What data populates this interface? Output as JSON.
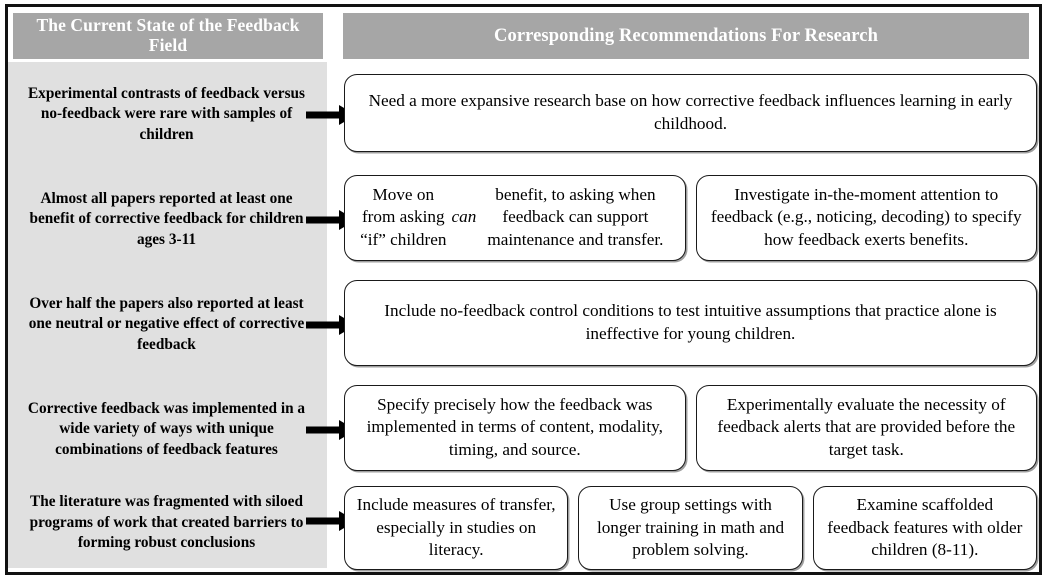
{
  "figure": {
    "type": "two-column-comparison-table",
    "colors": {
      "header_fill": "#a6a6a6",
      "header_text": "#ffffff",
      "left_column_fill": "#e0e0e0",
      "box_fill": "#ffffff",
      "border": "#111111",
      "text": "#000000"
    }
  },
  "header": {
    "left_title": "The Current State of the Feedback Field",
    "right_title": "Corresponding Recommendations For Research"
  },
  "rows": [
    {
      "statement": "Experimental contrasts of feedback versus no-feedback were rare with samples of children",
      "arrow": "right-arrow-icon",
      "recommendations": [
        "Need a more expansive research base on how corrective feedback influences learning in early childhood."
      ]
    },
    {
      "statement": "Almost all papers reported at least one benefit of corrective feedback for children ages 3-11",
      "arrow": "right-arrow-icon",
      "recommendations": [
        "Move on from asking “if” children can benefit, to asking when feedback can support maintenance and transfer.",
        "Investigate in-the-moment attention to feedback (e.g., noticing, decoding) to specify how feedback exerts benefits."
      ],
      "recommendations_html": [
        "Move on from asking “if” children <i>can</i> benefit, to asking when feedback can support maintenance and transfer.",
        "Investigate in-the-moment attention to feedback (e.g., noticing, decoding) to specify how feedback exerts benefits."
      ]
    },
    {
      "statement": "Over half the papers also reported at least one neutral or negative effect of corrective feedback",
      "arrow": "right-arrow-icon",
      "recommendations": [
        "Include no-feedback control conditions to test intuitive assumptions that practice alone is ineffective for young children."
      ]
    },
    {
      "statement": "Corrective feedback was implemented in a wide variety of ways with unique combinations of feedback features",
      "arrow": "right-arrow-icon",
      "recommendations": [
        "Specify precisely how the feedback was implemented in terms of content, modality, timing, and source.",
        "Experimentally evaluate the necessity of feedback alerts that are provided before the target task."
      ]
    },
    {
      "statement": "The literature was fragmented with siloed programs of work that created barriers to forming robust conclusions",
      "arrow": "right-arrow-icon",
      "recommendations": [
        "Include measures of transfer, especially in studies on literacy.",
        "Use group settings with longer training in math and problem solving.",
        "Examine scaffolded feedback features with older children (8-11)."
      ]
    }
  ]
}
